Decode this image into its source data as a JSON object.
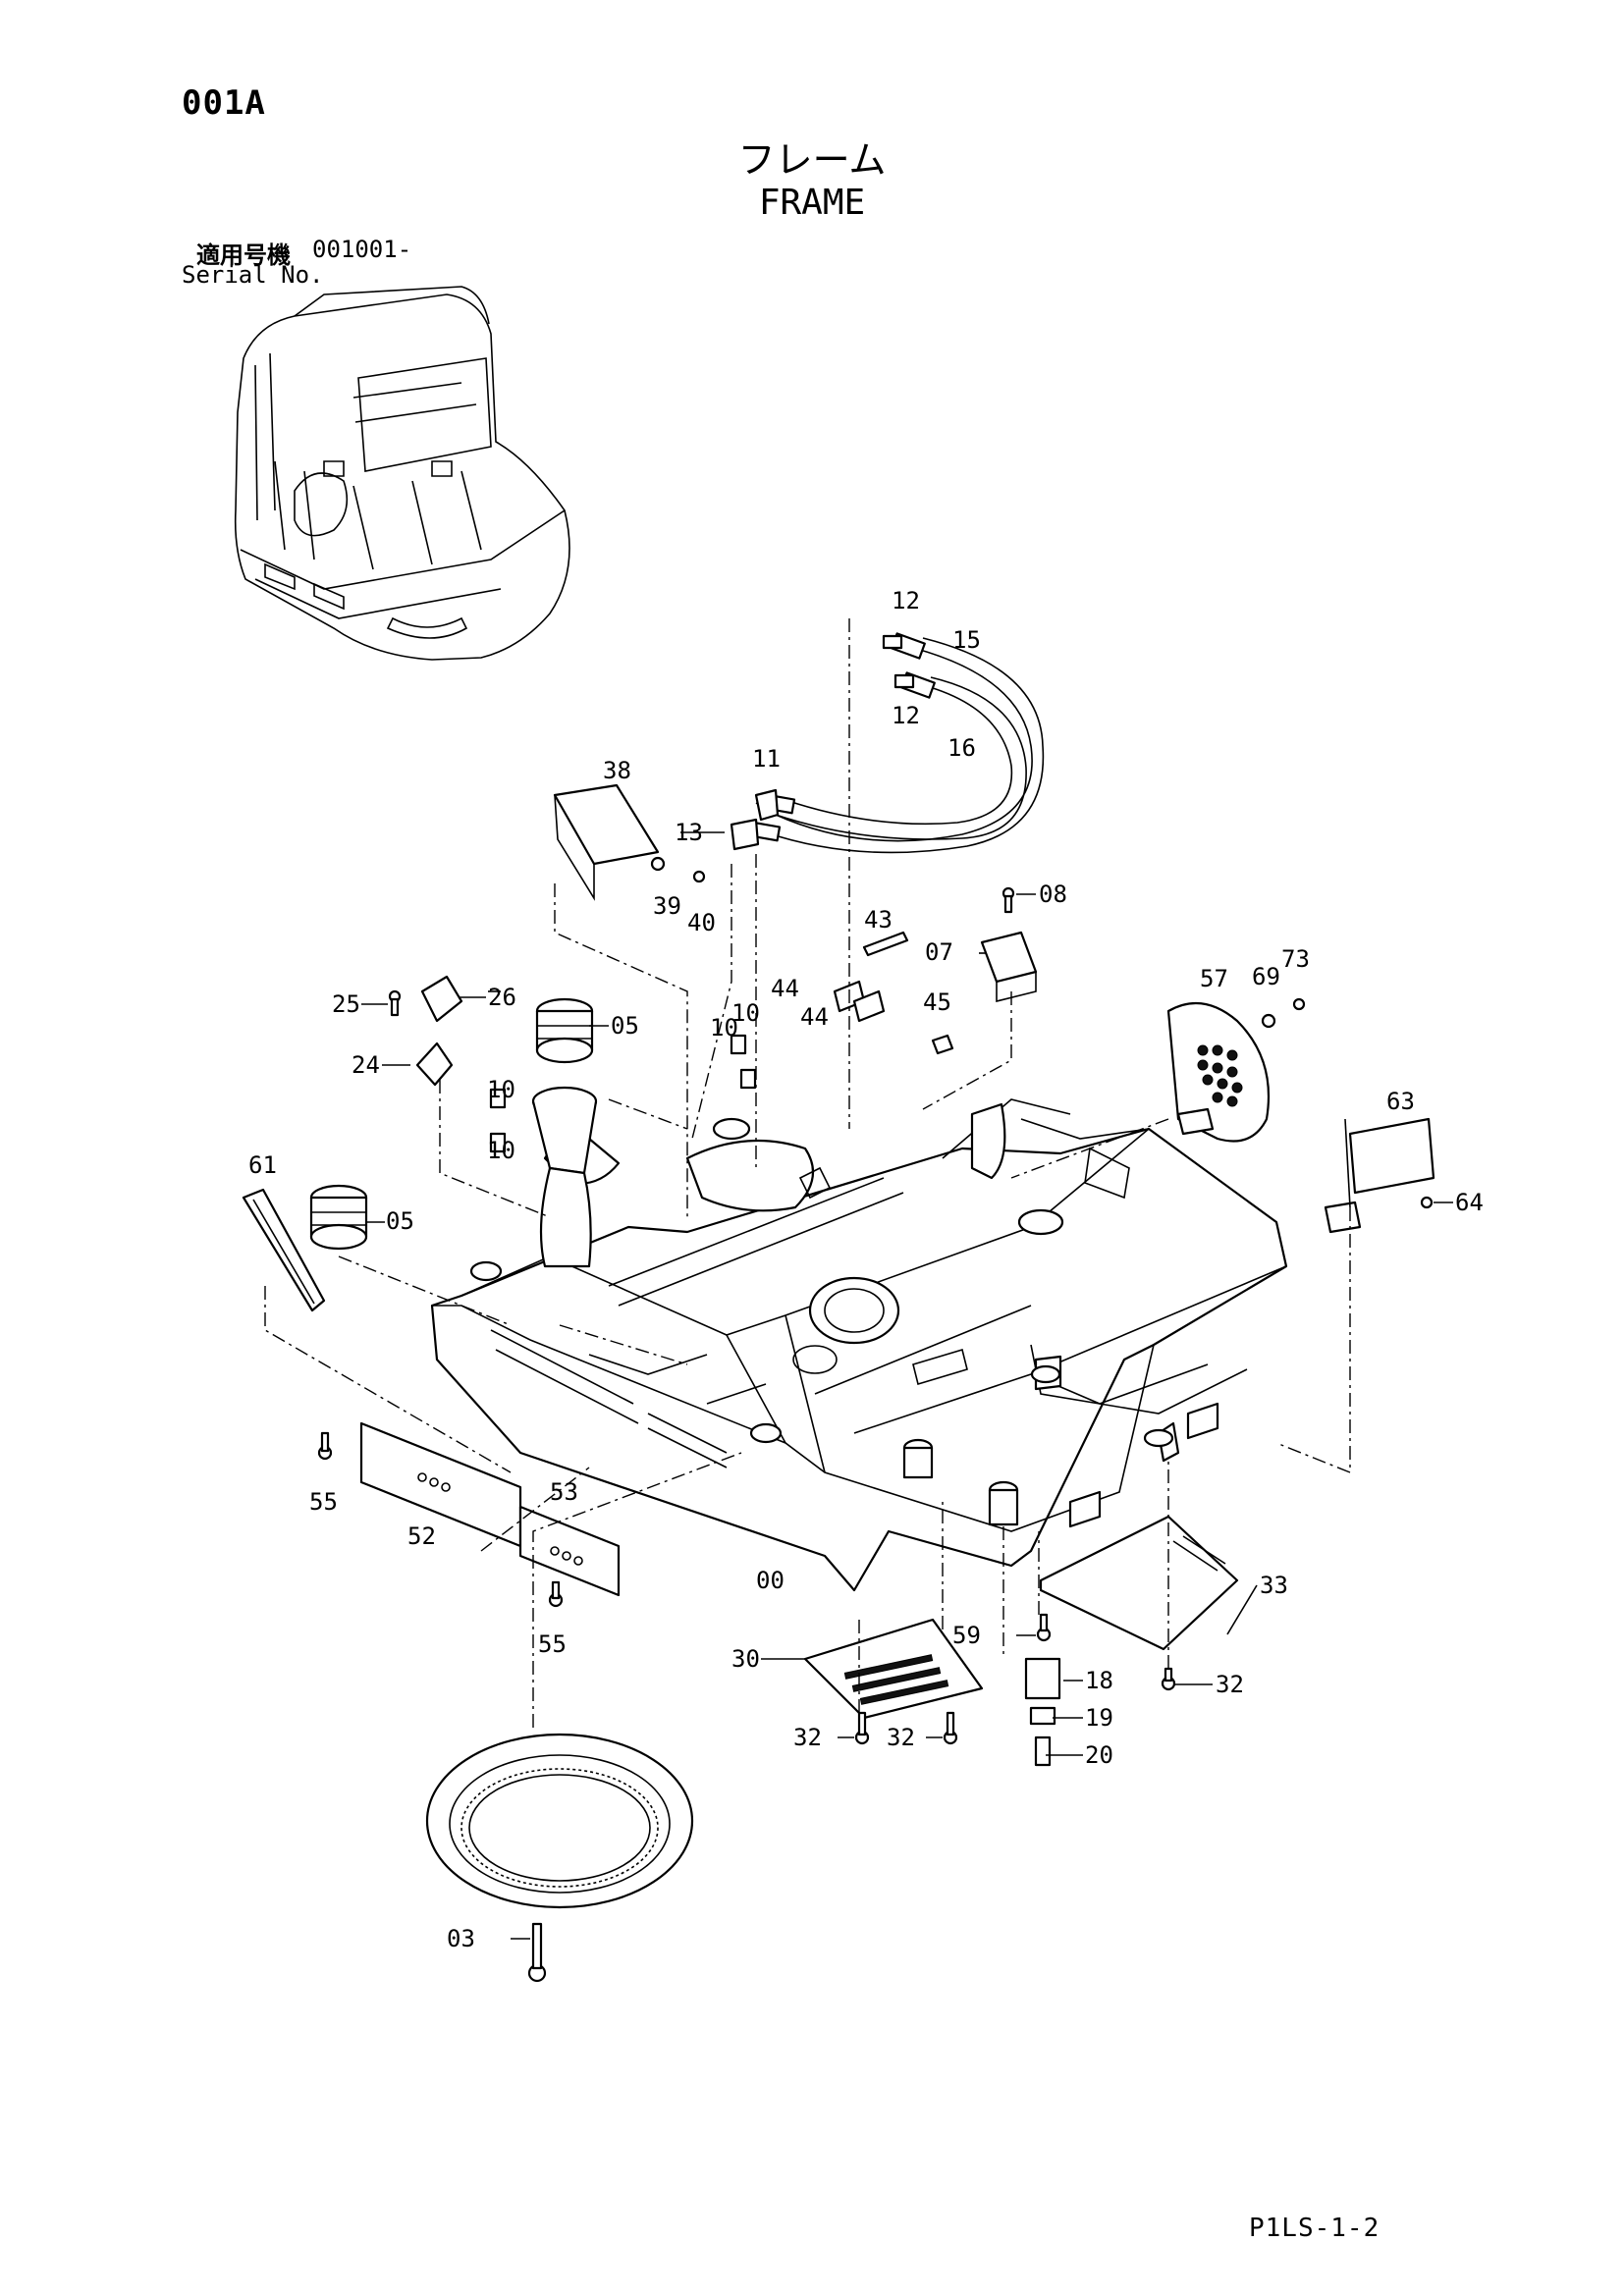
{
  "page_code": "001A",
  "title_jp": "フレーム",
  "title_en": "FRAME",
  "serial": {
    "label_jp": "適用号機",
    "value": "001001-",
    "label_en": "Serial No."
  },
  "footer_code": "P1LS-1-2",
  "part_labels": {
    "p00": "00",
    "p03": "03",
    "p05a": "05",
    "p05b": "05",
    "p07": "07",
    "p08": "08",
    "p10a": "10",
    "p10b": "10",
    "p10c": "10",
    "p10d": "10",
    "p11": "11",
    "p12a": "12",
    "p12b": "12",
    "p13": "13",
    "p15": "15",
    "p16": "16",
    "p18": "18",
    "p19": "19",
    "p20": "20",
    "p24": "24",
    "p25": "25",
    "p26": "26",
    "p30": "30",
    "p32a": "32",
    "p32b": "32",
    "p32c": "32",
    "p33": "33",
    "p38": "38",
    "p39": "39",
    "p40": "40",
    "p43": "43",
    "p44a": "44",
    "p44b": "44",
    "p45": "45",
    "p52": "52",
    "p53": "53",
    "p55a": "55",
    "p55b": "55",
    "p57": "57",
    "p59": "59",
    "p61": "61",
    "p63": "63",
    "p64": "64",
    "p69": "69",
    "p73": "73"
  }
}
